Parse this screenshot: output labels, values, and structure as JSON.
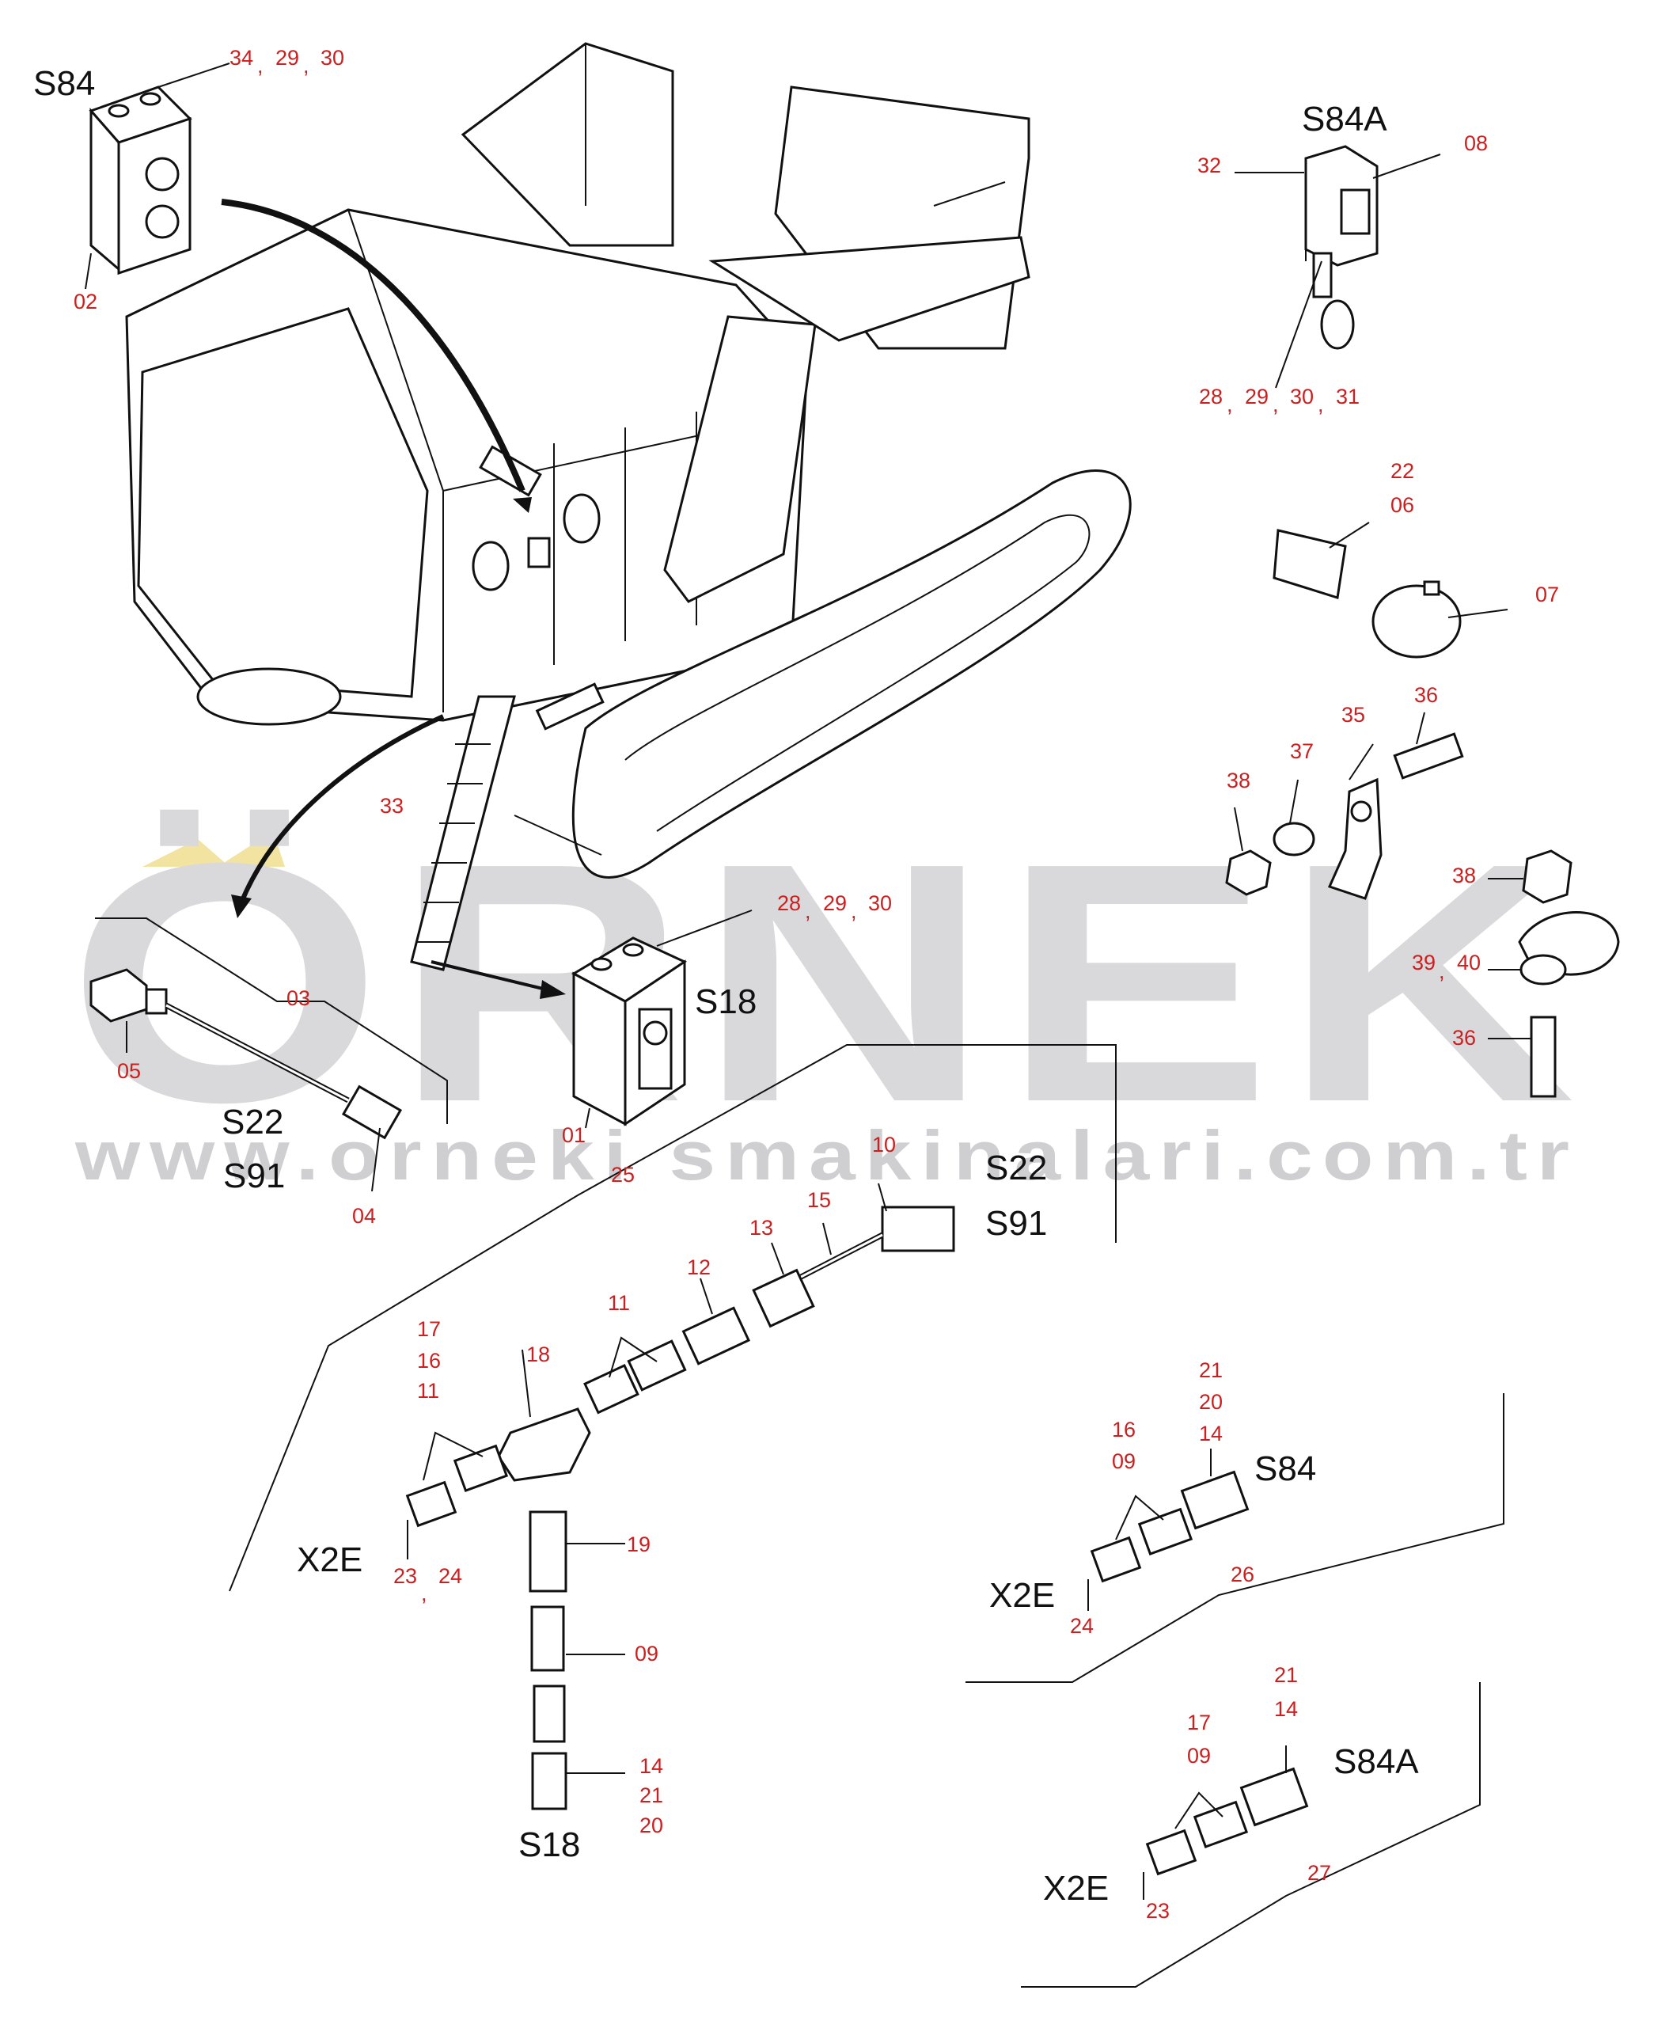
{
  "watermark": {
    "logo": "ÖRNEK",
    "url": "www.orneki smakinalari.com.tr",
    "color": "#d9d9dc",
    "accent": "#f2e3a0"
  },
  "colors": {
    "callout": "#cc1f1f",
    "component": "#111111",
    "line": "#111111"
  },
  "components": {
    "s84_top": "S84",
    "s84a_top": "S84A",
    "s18_box": "S18",
    "s22_left": "S22",
    "s91_left": "S91",
    "s22_right": "S22",
    "s91_right": "S91",
    "x2e_main": "X2E",
    "s18_bottom": "S18",
    "s84_right": "S84",
    "x2e_right": "X2E",
    "s84a_right": "S84A",
    "x2e_bottom": "X2E"
  },
  "callouts": {
    "c34": "34",
    "c29a": "29",
    "c30a": "30",
    "c02": "02",
    "c32": "32",
    "c08": "08",
    "c28a": "28",
    "c29b": "29",
    "c30b": "30",
    "c31": "31",
    "c22": "22",
    "c06": "06",
    "c07": "07",
    "c35": "35",
    "c36a": "36",
    "c37": "37",
    "c38a": "38",
    "c38b": "38",
    "c39": "39",
    "c40": "40",
    "c36b": "36",
    "c33": "33",
    "c28b": "28",
    "c29c": "29",
    "c30c": "30",
    "c01": "01",
    "c03": "03",
    "c05": "05",
    "c04": "04",
    "c25": "25",
    "c10": "10",
    "c15": "15",
    "c13": "13",
    "c12": "12",
    "c11a": "11",
    "c17a": "17",
    "c16a": "16",
    "c11b": "11",
    "c18": "18",
    "c23a": "23",
    "c24a": "24",
    "c19": "19",
    "c09a": "09",
    "c14a": "14",
    "c21a": "21",
    "c20a": "20",
    "c21b": "21",
    "c20b": "20",
    "c14b": "14",
    "c16b": "16",
    "c09b": "09",
    "c24b": "24",
    "c26": "26",
    "c21c": "21",
    "c14c": "14",
    "c17b": "17",
    "c09c": "09",
    "c23b": "23",
    "c27": "27"
  },
  "separators": {
    "s1": ",",
    "s2": ",",
    "s3": ",",
    "s4": ",",
    "s5": ",",
    "s6": ",",
    "s7": ",",
    "s8": ",",
    "s9": ","
  }
}
